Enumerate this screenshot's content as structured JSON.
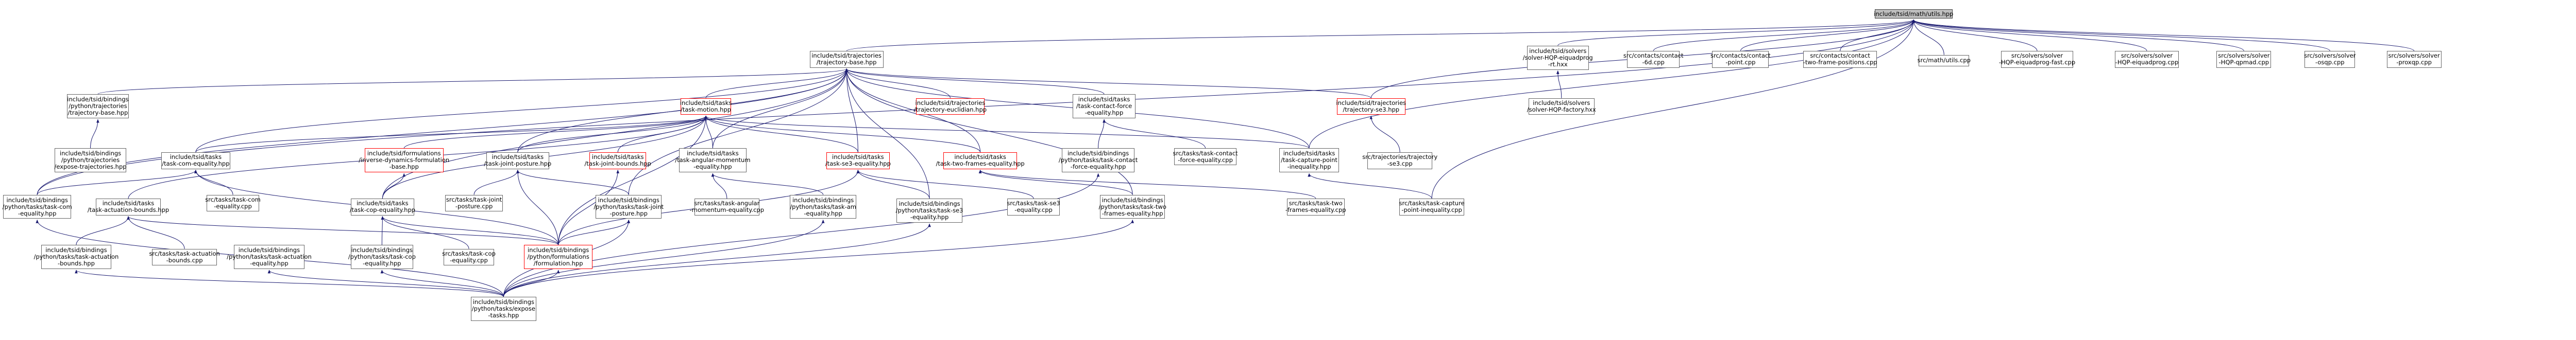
{
  "colors": {
    "edge": "#191970",
    "node_border": "#666666",
    "missing_border": "#ff0000",
    "root_fill": "#bfbfbf"
  },
  "nodes": [
    {
      "id": "mathutils",
      "type": "root",
      "lines": [
        "include/tsid/math/utils.hpp"
      ]
    },
    {
      "id": "traj_base",
      "lines": [
        "include/tsid/trajectories",
        "/trajectory-base.hpp"
      ]
    },
    {
      "id": "solver_hqp_eiquadprog_rt",
      "lines": [
        "include/tsid/solvers",
        "/solver-HQP-eiquadprog",
        "-rt.hxx"
      ]
    },
    {
      "id": "contact6d",
      "lines": [
        "src/contacts/contact",
        "-6d.cpp"
      ]
    },
    {
      "id": "contact_point",
      "lines": [
        "src/contacts/contact",
        "-point.cpp"
      ]
    },
    {
      "id": "contact_two_frame",
      "lines": [
        "src/contacts/contact",
        "-two-frame-positions.cpp"
      ]
    },
    {
      "id": "utils_cpp",
      "lines": [
        "src/math/utils.cpp"
      ]
    },
    {
      "id": "solver_eiquadprog_fast",
      "lines": [
        "src/solvers/solver",
        "-HQP-eiquadprog-fast.cpp"
      ]
    },
    {
      "id": "solver_eiquadprog",
      "lines": [
        "src/solvers/solver",
        "-HQP-eiquadprog.cpp"
      ]
    },
    {
      "id": "solver_qpmad",
      "lines": [
        "src/solvers/solver",
        "-HQP-qpmad.cpp"
      ]
    },
    {
      "id": "solver_osqp",
      "lines": [
        "src/solvers/solver",
        "-osqp.cpp"
      ]
    },
    {
      "id": "solver_proxqp",
      "lines": [
        "src/solvers/solver",
        "-proxqp.cpp"
      ]
    },
    {
      "id": "py_traj_base",
      "lines": [
        "include/tsid/bindings",
        "/python/trajectories",
        "/trajectory-base.hpp"
      ]
    },
    {
      "id": "task_motion",
      "type": "missing",
      "lines": [
        "include/tsid/tasks",
        "/task-motion.hpp"
      ]
    },
    {
      "id": "traj_euclidian",
      "type": "missing",
      "lines": [
        "include/tsid/trajectories",
        "/trajectory-euclidian.hpp"
      ]
    },
    {
      "id": "task_contact_force_eq",
      "lines": [
        "include/tsid/tasks",
        "/task-contact-force",
        "-equality.hpp"
      ]
    },
    {
      "id": "traj_se3",
      "type": "missing",
      "lines": [
        "include/tsid/trajectories",
        "/trajectory-se3.hpp"
      ]
    },
    {
      "id": "solver_hqp_factory",
      "lines": [
        "include/tsid/solvers",
        "/solver-HQP-factory.hxx"
      ]
    },
    {
      "id": "py_expose_traj",
      "lines": [
        "include/tsid/bindings",
        "/python/trajectories",
        "/expose-trajectories.hpp"
      ]
    },
    {
      "id": "task_com_eq",
      "lines": [
        "include/tsid/tasks",
        "/task-com-equality.hpp"
      ]
    },
    {
      "id": "formulation_inv_dyn_base",
      "type": "missing",
      "lines": [
        "include/tsid/formulations",
        "/inverse-dynamics-formulation",
        "-base.hpp"
      ]
    },
    {
      "id": "task_joint_posture",
      "lines": [
        "include/tsid/tasks",
        "/task-joint-posture.hpp"
      ]
    },
    {
      "id": "task_joint_bounds",
      "type": "missing",
      "lines": [
        "include/tsid/tasks",
        "/task-joint-bounds.hpp"
      ]
    },
    {
      "id": "task_angular_momentum_eq",
      "lines": [
        "include/tsid/tasks",
        "/task-angular-momentum",
        "-equality.hpp"
      ]
    },
    {
      "id": "task_se3_eq",
      "type": "missing",
      "lines": [
        "include/tsid/tasks",
        "/task-se3-equality.hpp"
      ]
    },
    {
      "id": "task_two_frames_eq",
      "type": "missing",
      "lines": [
        "include/tsid/tasks",
        "/task-two-frames-equality.hpp"
      ]
    },
    {
      "id": "py_task_contact_force_eq",
      "lines": [
        "include/tsid/bindings",
        "/python/tasks/task-contact",
        "-force-equality.hpp"
      ]
    },
    {
      "id": "task_contact_force_eq_cpp",
      "lines": [
        "src/tasks/task-contact",
        "-force-equality.cpp"
      ]
    },
    {
      "id": "task_capture_point_ineq",
      "lines": [
        "include/tsid/tasks",
        "/task-capture-point",
        "-inequality.hpp"
      ]
    },
    {
      "id": "traj_se3_cpp",
      "lines": [
        "src/trajectories/trajectory",
        "-se3.cpp"
      ]
    },
    {
      "id": "py_task_com_eq",
      "lines": [
        "include/tsid/bindings",
        "/python/tasks/task-com",
        "-equality.hpp"
      ]
    },
    {
      "id": "task_actuation_bounds",
      "lines": [
        "include/tsid/tasks",
        "/task-actuation-bounds.hpp"
      ]
    },
    {
      "id": "task_com_eq_cpp",
      "lines": [
        "src/tasks/task-com",
        "-equality.cpp"
      ]
    },
    {
      "id": "task_cop_eq",
      "lines": [
        "include/tsid/tasks",
        "/task-cop-equality.hpp"
      ]
    },
    {
      "id": "task_joint_posture_cpp",
      "lines": [
        "src/tasks/task-joint",
        "-posture.cpp"
      ]
    },
    {
      "id": "py_task_joint_posture",
      "lines": [
        "include/tsid/bindings",
        "/python/tasks/task-joint",
        "-posture.hpp"
      ]
    },
    {
      "id": "task_angular_momentum_eq_cpp",
      "lines": [
        "src/tasks/task-angular",
        "-momentum-equality.cpp"
      ]
    },
    {
      "id": "py_task_am_eq",
      "lines": [
        "include/tsid/bindings",
        "/python/tasks/task-am",
        "-equality.hpp"
      ]
    },
    {
      "id": "py_task_se3_eq",
      "lines": [
        "include/tsid/bindings",
        "/python/tasks/task-se3",
        "-equality.hpp"
      ]
    },
    {
      "id": "task_se3_eq_cpp",
      "lines": [
        "src/tasks/task-se3",
        "-equality.cpp"
      ]
    },
    {
      "id": "py_task_two_frames_eq",
      "lines": [
        "include/tsid/bindings",
        "/python/tasks/task-two",
        "-frames-equality.hpp"
      ]
    },
    {
      "id": "task_two_frames_eq_cpp",
      "lines": [
        "src/tasks/task-two",
        "-frames-equality.cpp"
      ]
    },
    {
      "id": "task_capture_point_ineq_cpp",
      "lines": [
        "src/tasks/task-capture",
        "-point-inequality.cpp"
      ]
    },
    {
      "id": "py_task_actuation_bounds",
      "lines": [
        "include/tsid/bindings",
        "/python/tasks/task-actuation",
        "-bounds.hpp"
      ]
    },
    {
      "id": "task_actuation_bounds_cpp",
      "lines": [
        "src/tasks/task-actuation",
        "-bounds.cpp"
      ]
    },
    {
      "id": "py_task_actuation_eq",
      "lines": [
        "include/tsid/bindings",
        "/python/tasks/task-actuation",
        "-equality.hpp"
      ]
    },
    {
      "id": "py_task_cop_eq",
      "lines": [
        "include/tsid/bindings",
        "/python/tasks/task-cop",
        "-equality.hpp"
      ]
    },
    {
      "id": "task_cop_eq_cpp",
      "lines": [
        "src/tasks/task-cop",
        "-equality.cpp"
      ]
    },
    {
      "id": "py_formulation",
      "type": "missing",
      "lines": [
        "include/tsid/bindings",
        "/python/formulations",
        "/formulation.hpp"
      ]
    },
    {
      "id": "py_expose_tasks",
      "lines": [
        "include/tsid/bindings",
        "/python/tasks/expose",
        "-tasks.hpp"
      ]
    }
  ],
  "edges": [
    [
      "traj_base",
      "mathutils"
    ],
    [
      "solver_hqp_eiquadprog_rt",
      "mathutils"
    ],
    [
      "contact6d",
      "mathutils"
    ],
    [
      "contact_point",
      "mathutils"
    ],
    [
      "contact_two_frame",
      "mathutils"
    ],
    [
      "utils_cpp",
      "mathutils"
    ],
    [
      "solver_eiquadprog_fast",
      "mathutils"
    ],
    [
      "solver_eiquadprog",
      "mathutils"
    ],
    [
      "solver_qpmad",
      "mathutils"
    ],
    [
      "solver_osqp",
      "mathutils"
    ],
    [
      "solver_proxqp",
      "mathutils"
    ],
    [
      "task_capture_point_ineq",
      "mathutils"
    ],
    [
      "traj_se3",
      "mathutils"
    ],
    [
      "task_capture_point_ineq_cpp",
      "mathutils"
    ],
    [
      "py_task_com_eq",
      "mathutils"
    ],
    [
      "solver_hqp_factory",
      "solver_hqp_eiquadprog_rt"
    ],
    [
      "py_traj_base",
      "traj_base"
    ],
    [
      "task_motion",
      "traj_base"
    ],
    [
      "traj_euclidian",
      "traj_base"
    ],
    [
      "traj_se3",
      "traj_base"
    ],
    [
      "task_contact_force_eq",
      "traj_base"
    ],
    [
      "task_com_eq",
      "traj_base"
    ],
    [
      "task_joint_posture",
      "traj_base"
    ],
    [
      "task_se3_eq",
      "traj_base"
    ],
    [
      "task_two_frames_eq",
      "traj_base"
    ],
    [
      "task_capture_point_ineq",
      "traj_base"
    ],
    [
      "task_cop_eq",
      "traj_base"
    ],
    [
      "py_task_com_eq",
      "traj_base"
    ],
    [
      "py_task_joint_posture",
      "traj_base"
    ],
    [
      "py_task_se3_eq",
      "traj_base"
    ],
    [
      "py_task_two_frames_eq",
      "traj_base"
    ],
    [
      "task_angular_momentum_eq",
      "traj_base"
    ],
    [
      "py_expose_traj",
      "py_traj_base"
    ],
    [
      "task_com_eq",
      "task_motion"
    ],
    [
      "formulation_inv_dyn_base",
      "task_motion"
    ],
    [
      "task_joint_posture",
      "task_motion"
    ],
    [
      "task_joint_bounds",
      "task_motion"
    ],
    [
      "task_angular_momentum_eq",
      "task_motion"
    ],
    [
      "task_se3_eq",
      "task_motion"
    ],
    [
      "task_two_frames_eq",
      "task_motion"
    ],
    [
      "task_capture_point_ineq",
      "task_motion"
    ],
    [
      "task_actuation_bounds",
      "task_motion"
    ],
    [
      "task_cop_eq",
      "task_motion"
    ],
    [
      "py_formulation",
      "task_motion"
    ],
    [
      "py_task_contact_force_eq",
      "task_contact_force_eq"
    ],
    [
      "task_contact_force_eq_cpp",
      "task_contact_force_eq"
    ],
    [
      "traj_se3_cpp",
      "traj_se3"
    ],
    [
      "py_task_com_eq",
      "task_com_eq"
    ],
    [
      "task_com_eq_cpp",
      "task_com_eq"
    ],
    [
      "py_formulation",
      "task_com_eq"
    ],
    [
      "task_cop_eq",
      "formulation_inv_dyn_base"
    ],
    [
      "task_joint_posture_cpp",
      "task_joint_posture"
    ],
    [
      "py_task_joint_posture",
      "task_joint_posture"
    ],
    [
      "py_formulation",
      "task_joint_posture"
    ],
    [
      "py_formulation",
      "task_joint_bounds"
    ],
    [
      "task_angular_momentum_eq_cpp",
      "task_angular_momentum_eq"
    ],
    [
      "py_task_am_eq",
      "task_angular_momentum_eq"
    ],
    [
      "py_task_se3_eq",
      "task_se3_eq"
    ],
    [
      "task_se3_eq_cpp",
      "task_se3_eq"
    ],
    [
      "py_formulation",
      "task_se3_eq"
    ],
    [
      "py_task_two_frames_eq",
      "task_two_frames_eq"
    ],
    [
      "task_two_frames_eq_cpp",
      "task_two_frames_eq"
    ],
    [
      "task_capture_point_ineq_cpp",
      "task_capture_point_ineq"
    ],
    [
      "py_task_actuation_bounds",
      "task_actuation_bounds"
    ],
    [
      "task_actuation_bounds_cpp",
      "task_actuation_bounds"
    ],
    [
      "py_formulation",
      "task_actuation_bounds"
    ],
    [
      "py_task_cop_eq",
      "task_cop_eq"
    ],
    [
      "task_cop_eq_cpp",
      "task_cop_eq"
    ],
    [
      "py_formulation",
      "task_cop_eq"
    ],
    [
      "py_expose_tasks",
      "py_task_com_eq"
    ],
    [
      "py_expose_tasks",
      "py_task_actuation_bounds"
    ],
    [
      "py_expose_tasks",
      "py_task_actuation_eq"
    ],
    [
      "py_expose_tasks",
      "py_task_cop_eq"
    ],
    [
      "py_expose_tasks",
      "py_formulation"
    ],
    [
      "py_expose_tasks",
      "py_task_am_eq"
    ],
    [
      "py_expose_tasks",
      "py_task_joint_posture"
    ],
    [
      "py_expose_tasks",
      "py_task_se3_eq"
    ],
    [
      "py_expose_tasks",
      "py_task_two_frames_eq"
    ],
    [
      "py_expose_tasks",
      "py_task_contact_force_eq"
    ],
    [
      "py_formulation",
      "py_task_joint_posture"
    ]
  ]
}
